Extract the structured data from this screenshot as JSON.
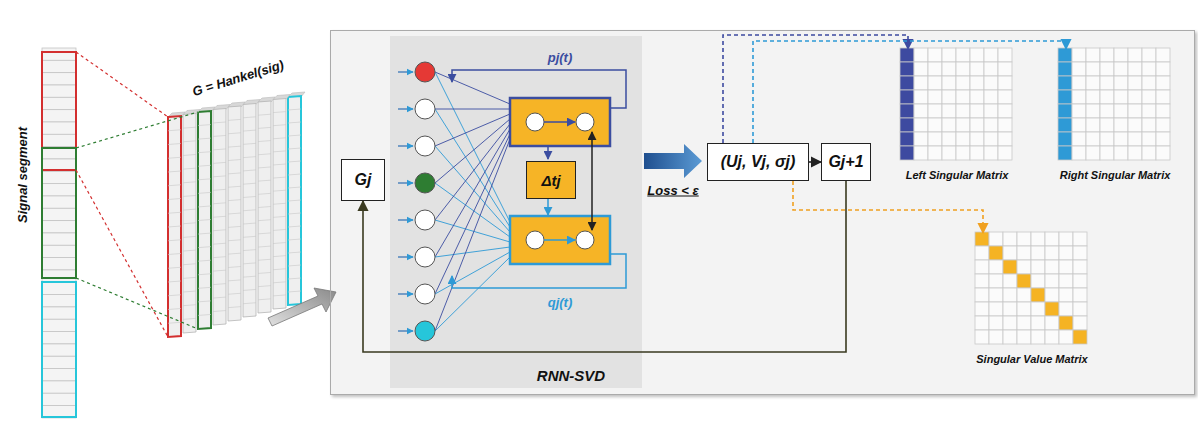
{
  "diagram": {
    "nodes": [
      {
        "text": [
          "RNN-SVD"
        ]
      },
      {
        "text": [
          "Gj"
        ],
        "in": 0
      },
      {
        "text": [
          "Δtj"
        ],
        "in": 0
      },
      {
        "text": [
          "(Uj, Vj, σj)"
        ],
        "in": 0
      },
      {
        "text": [
          "Gj+1"
        ],
        "in": 0
      },
      {
        "text": [
          "Left Singular Matrix"
        ],
        "in": 0
      },
      {
        "text": [
          "Right Singular Matrix"
        ],
        "in": 0
      },
      {
        "text": [
          "Singular Value Matrix"
        ],
        "in": 0
      }
    ],
    "edges": [
      {
        "from": 3,
        "to": 4,
        "arrow": "to"
      },
      {
        "from": 4,
        "to": 1,
        "arrow": "to"
      },
      {
        "from": 3,
        "to": 5,
        "arrow": "to"
      },
      {
        "from": 3,
        "to": 6,
        "arrow": "to"
      },
      {
        "from": 3,
        "to": 7,
        "arrow": "to"
      }
    ],
    "labels": [
      "G = Hankel(sig)",
      "Signal segment",
      "pj(t)",
      "qj(t)",
      "Loss < ε"
    ]
  }
}
